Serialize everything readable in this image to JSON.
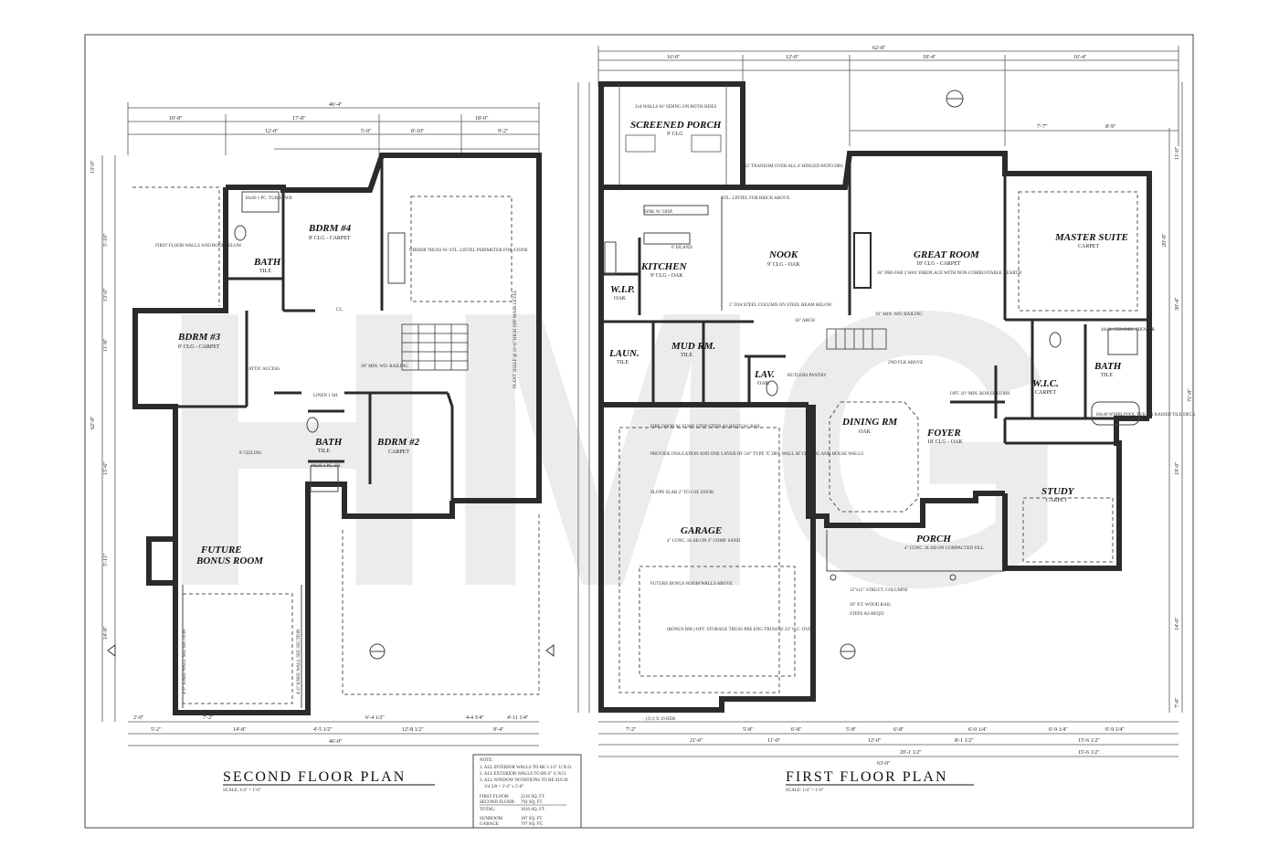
{
  "watermark": "HMG",
  "titles": {
    "second": "SECOND FLOOR PLAN",
    "second_scale": "SCALE: 1/4\" = 1'-0\"",
    "first": "FIRST FLOOR PLAN",
    "first_scale": "SCALE: 1/4\" = 1'-0\""
  },
  "notes": {
    "heading": "NOTE:",
    "lines": [
      "1. ALL INTERIOR WALLS TO BE 3 1/2\" U.N.O.",
      "2. ALL EXTERIOR WALLS TO BE 6\" U.N.O.",
      "3. ALL WINDOW NOTATIONS TO BE SUCH:",
      "3/4 5/8 = 3'-4\" x 5'-8\""
    ]
  },
  "areas": {
    "first_label": "FIRST FLOOR:",
    "first_value": "2216 SQ. FT.",
    "second_label": "SECOND FLOOR:",
    "second_value": "794 SQ. FT.",
    "total_label": "TOTAL:",
    "total_value": "3010 SQ. FT.",
    "sunroom_label": "SUNROOM",
    "sunroom_value": "187 SQ. FT.",
    "garage_label": "GARAGE",
    "garage_value": "797 SQ. FT."
  },
  "second_floor": {
    "rooms": {
      "bdrm4": "BDRM #4",
      "bdrm4_sub": "8' CLG - CARPET",
      "bdrm3": "BDRM #3",
      "bdrm3_sub": "8' CLG - CARPET",
      "bdrm2": "BDRM #2",
      "bdrm2_sub": "CARPET",
      "bath_upper": "BATH",
      "bath_upper_sub": "TILE",
      "bath_lower": "BATH",
      "bath_lower_sub": "TILE",
      "bonus": "FUTURE",
      "bonus2": "BONUS ROOM"
    },
    "notes": {
      "first_floor_walls": "FIRST FLOOR WALLS AND ROOF BELOW",
      "girder_truss": "GIRDER TRUSS W/ STL. LINTEL PERIMETER FOR STONE",
      "railing": "30\" MIN. WD. RAILING",
      "linen": "LINEN 1 SH.",
      "ceiling": "8' CEILING",
      "plant_shelf": "PLANT SHELF @ 10'-6\" HIGH OFF MAIN LEVEL",
      "knee_wall_l": "4'-0\" KNEE WALL SEE SECTION",
      "knee_wall_r": "4'-0\" KNEE WALL SEE SECTION",
      "tub": "30x60 1 PC. TUB/SHWR",
      "shower": "48x36 1 PC. SH.",
      "attic": "ATTIC ACCESS",
      "closet": "CL."
    },
    "dims_top": [
      "46'-4\"",
      "10'-8\"",
      "17'-8\"",
      "8'-10\"",
      "18'-0\"",
      "12'-0\"",
      "5'-0\"",
      "9'-2\""
    ],
    "dims_bottom": [
      "6'-4 1/2\"",
      "12'-8 1/2\"",
      "4-4 3/4\"",
      "4'-11 1/4\"",
      "2'-0\"",
      "5'-2\"",
      "14'-8\"",
      "7'-2\"",
      "4'-5 1/2\"",
      "9'-4\"",
      "46'-0\""
    ],
    "dims_left": [
      "13'-0\"",
      "5'-10\"",
      "11'-8\"",
      "5'-11\"",
      "15'-6\"",
      "14'-8\"",
      "13'-0\"",
      "62'-8\""
    ]
  },
  "first_floor": {
    "rooms": {
      "porch_screen": "SCREENED PORCH",
      "porch_screen_sub": "9' CLG",
      "kitchen": "KITCHEN",
      "kitchen_sub": "9' CLG - OAK",
      "nook": "NOOK",
      "nook_sub": "9' CLG - OAK",
      "great": "GREAT ROOM",
      "great_sub": "18' CLG - CARPET",
      "master": "MASTER SUITE",
      "master_sub": "CARPET",
      "wip": "W.I.P.",
      "wip_sub": "OAK",
      "laun": "LAUN.",
      "laun_sub": "TILE",
      "mud": "MUD RM.",
      "mud_sub": "TILE",
      "lav": "LAV.",
      "lav_sub": "OAK",
      "dining": "DINING RM",
      "dining_sub": "OAK",
      "foyer": "FOYER",
      "foyer_sub": "18' CLG - OAK",
      "wic": "W.I.C.",
      "wic_sub": "CARPET",
      "bath": "BATH",
      "bath_sub": "TILE",
      "study": "STUDY",
      "study_sub": "CARPET",
      "garage": "GARAGE",
      "garage_sub": "4\" CONC. SLAB ON 4\" COMP. SAND",
      "porch": "PORCH",
      "porch_sub": "4\" CONC. SLAB ON COMPACTED FILL"
    },
    "notes": {
      "siding": "2x4 WALLS W/ SIDING ON BOTH SIDES",
      "transom": "12' TRANSOM OVER ALL 8' HINGED PATIO DRS",
      "lintel": "STL. LINTEL FOR BRICK ABOVE",
      "column": "5\" DIA STEEL COLUMN ON STEEL BEAM BELOW",
      "fireplace": "36\" PRE-FAB 2 WAY FIREPLACE WITH NON-COMBUSTABLE HEARTH",
      "railing": "30\" MIN. WD. RAILING",
      "fire_door": "FIRE DOOR W/ FUME STOP STEPS AS REQ'D W/ RAIL",
      "insulation": "PROVIDE INSULATION AND ONE LAYER OF 5/8\" TYPE 'X' DRY WALL AT CEILING AND HOUSE WALLS",
      "slope": "SLOPE SLAB 2\" TO O.H. DOOR",
      "bonus_walls": "FUTURE BONUS ROOM WALLS ABOVE",
      "storage": "(BONUS RM.) OPT. STORAGE TRUSS PRE ENG TRUSS @ 24\" O.C. OVER",
      "columns": "12\"x12\" STRUCT. COLUMNS",
      "rail": "30\" P.T. WOOD RAIL",
      "steps": "STEPS AS REQ'D",
      "whirlpool": "60x40 WHIRLPOOL TUB ON RAISED TILE DECK",
      "shower": "48x36 CERAMIC SHOWER",
      "pantry": "BUTLERS PANTRY",
      "island": "6' ISLAND",
      "sink": "SINK W/ DISP.",
      "box_col": "OPT. 10\" MIN. BOX COLUMN",
      "second_floor_above": "2ND FLR ABOVE",
      "arch": "36\" ARCH",
      "hdr_garage": "(3) 2 X 10 HDR"
    },
    "dims_top": [
      "62'-8\"",
      "16'-0\"",
      "12'-0\"",
      "18'-4\"",
      "16'-4\"",
      "7'-7\"",
      "8'-9\""
    ],
    "dims_bottom": [
      "7'-2\"",
      "5'-8\"",
      "6'-8\"",
      "5'-8\"",
      "6'-8\"",
      "6'-0 1/4\"",
      "6'-9 1/4\"",
      "6'-9 1/4\"",
      "21'-6\"",
      "11'-0\"",
      "12'-0\"",
      "8'-1 1/2\"",
      "15'-6 1/2\"",
      "20'-1 1/2\"",
      "15'-6 1/2\"",
      "63'-0\""
    ],
    "dims_right": [
      "11'-0\"",
      "20'-8\"",
      "30'-4\"",
      "71'-8\"",
      "19'-0\"",
      "14'-0\"",
      "7'-8\""
    ]
  }
}
